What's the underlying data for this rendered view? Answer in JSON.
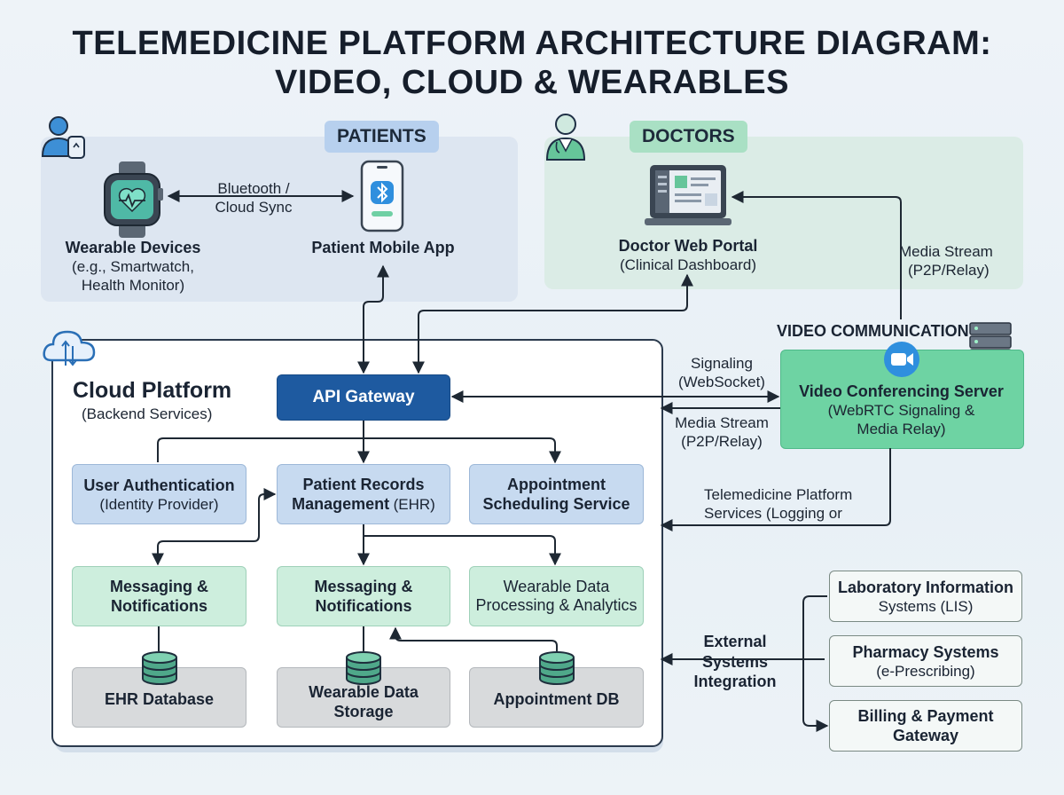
{
  "title": {
    "line1": "TELEMEDICINE PLATFORM ARCHITECTURE DIAGRAM:",
    "line2": "VIDEO, CLOUD & WEARABLES"
  },
  "patients_zone": {
    "label": "PATIENTS",
    "wearable": {
      "title": "Wearable Devices",
      "sub1": "(e.g., Smartwatch,",
      "sub2": "Health Monitor)"
    },
    "sync_label1": "Bluetooth /",
    "sync_label2": "Cloud Sync",
    "app": {
      "title": "Patient Mobile App"
    }
  },
  "doctors_zone": {
    "label": "DOCTORS",
    "portal": {
      "title": "Doctor Web Portal",
      "sub": "(Clinical Dashboard)"
    },
    "media_label1": "Media Stream",
    "media_label2": "(P2P/Relay)"
  },
  "cloud": {
    "title": "Cloud Platform",
    "subtitle": "(Backend Services)",
    "api_gateway": "API Gateway",
    "auth": {
      "title": "User Authentication",
      "sub": "(Identity Provider)"
    },
    "records": {
      "line1": "Patient Records",
      "line2a": "Management",
      "line2b": "(EHR)"
    },
    "scheduling": {
      "line1": "Appointment",
      "line2": "Scheduling Service"
    },
    "msg1": {
      "line1": "Messaging &",
      "line2": "Notifications"
    },
    "msg2": {
      "line1": "Messaging &",
      "line2": "Notifications"
    },
    "wearable_proc": {
      "line1": "Wearable Data",
      "line2": "Processing & Analytics"
    },
    "ehr_db": "EHR Database",
    "wearable_storage": {
      "line1": "Wearable Data",
      "line2": "Storage"
    },
    "appointment_db": "Appointment DB"
  },
  "video": {
    "section_label": "VIDEO COMMUNICATION",
    "server_title": "Video Conferencing Server",
    "server_sub1": "(WebRTC Signaling &",
    "server_sub2": "Media Relay)",
    "signaling1": "Signaling",
    "signaling2": "(WebSocket)",
    "media1": "Media Stream",
    "media2": "(P2P/Relay)",
    "services1": "Telemedicine Platform",
    "services2": "Services (Logging or"
  },
  "external": {
    "label1": "External",
    "label2": "Systems",
    "label3": "Integration",
    "lis": {
      "title": "Laboratory Information",
      "sub": "Systems (LIS)"
    },
    "pharmacy": {
      "title": "Pharmacy Systems",
      "sub": "(e-Prescribing)"
    },
    "billing": {
      "line1": "Billing & Payment",
      "line2": "Gateway"
    }
  },
  "colors": {
    "api_gateway": "#1e5aa0",
    "service_blue": "#c7daf0",
    "service_green": "#cdeedd",
    "database_gray": "#d8dadc",
    "video_server": "#6ed3a3",
    "patients_zone": "#dde6f1",
    "doctors_zone": "#dbece6"
  },
  "icons": [
    "person-watch-icon",
    "doctor-icon",
    "smartwatch-icon",
    "smartphone-bluetooth-icon",
    "laptop-dashboard-icon",
    "cloud-sync-icon",
    "server-rack-icon",
    "video-camera-icon",
    "database-icon"
  ]
}
